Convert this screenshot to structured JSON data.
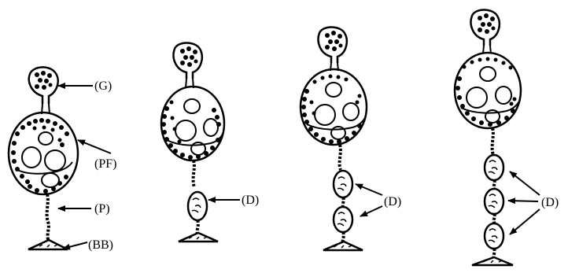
{
  "figure": {
    "panels": [
      {
        "id": "panel-1",
        "labels": {
          "g": "(G)",
          "pf": "(PF)",
          "p": "(P)",
          "bb": "(BB)"
        }
      },
      {
        "id": "panel-2",
        "labels": {
          "d": "(D)"
        }
      },
      {
        "id": "panel-3",
        "labels": {
          "d": "(D)"
        }
      },
      {
        "id": "panel-4",
        "labels": {
          "d": "(D)"
        }
      }
    ]
  },
  "colors": {
    "ink": "#000000",
    "background": "#ffffff"
  }
}
